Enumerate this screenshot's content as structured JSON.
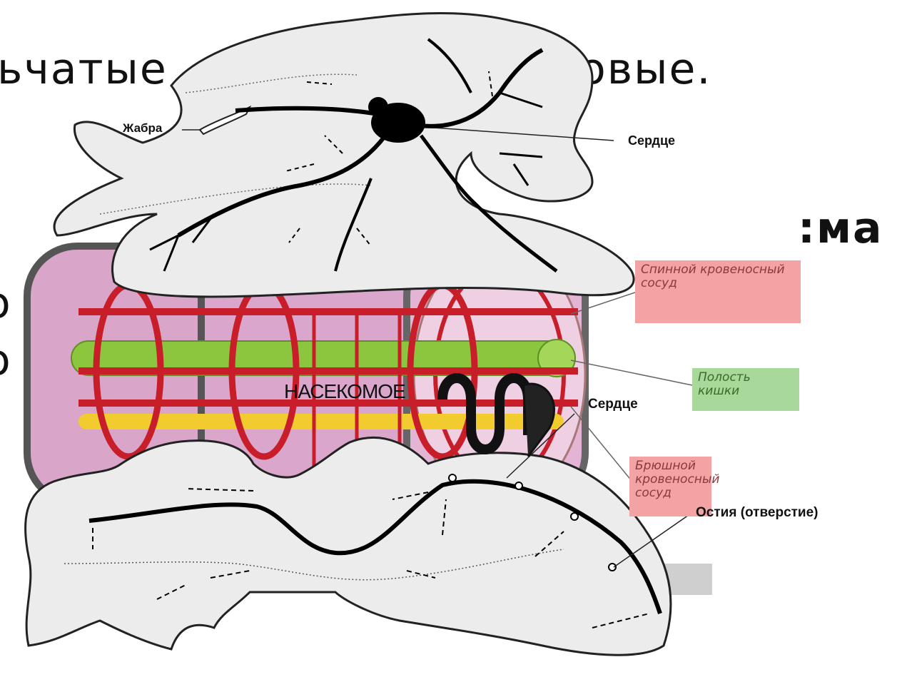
{
  "slide": {
    "title_left": "ьчатые",
    "title_right": "овые.",
    "mid_right": ":ма",
    "fragments": [
      "о",
      "о"
    ]
  },
  "mollusc": {
    "gill_label": "Жабра",
    "heart_label": "Сердце"
  },
  "worm": {
    "dorsal_vessel": "Спинной кровеносный сосуд",
    "gut_cavity": "Полость кишки",
    "ventral_vessel": "Брюшной кровеносный сосуд"
  },
  "insect": {
    "title": "НАСЕКОМОЕ",
    "heart_label": "Сердце",
    "ostia_label": "Остия (отверстие)"
  },
  "colors": {
    "pink_box": "#f3a3a3",
    "green_box": "#a8d89a",
    "body_fill": "#ececec",
    "vessel": "#c81e2a",
    "gut": "#8cc63f"
  }
}
